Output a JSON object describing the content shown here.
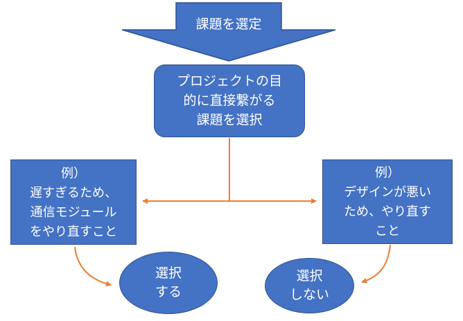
{
  "colors": {
    "background": "#ffffff",
    "shape_fill": "#4472C4",
    "shape_border": "#2F528F",
    "connector": "#ED7D31",
    "text": "#ffffff"
  },
  "diagram": {
    "type": "flowchart",
    "title_arrow": {
      "label": "課題を選定"
    },
    "center_box": {
      "lines": [
        "プロジェクトの目",
        "的に直接繋がる",
        "課題を選択"
      ]
    },
    "left_example_box": {
      "lines": [
        "例）",
        "遅すぎるため、",
        "通信モジュール",
        "をやり直すこと"
      ]
    },
    "right_example_box": {
      "lines": [
        "例）",
        "デザインが悪い",
        "ため、やり直す",
        "こと"
      ]
    },
    "select_ellipse": {
      "lines": [
        "選択",
        "する"
      ]
    },
    "not_select_ellipse": {
      "lines": [
        "選択",
        "しない"
      ]
    }
  }
}
